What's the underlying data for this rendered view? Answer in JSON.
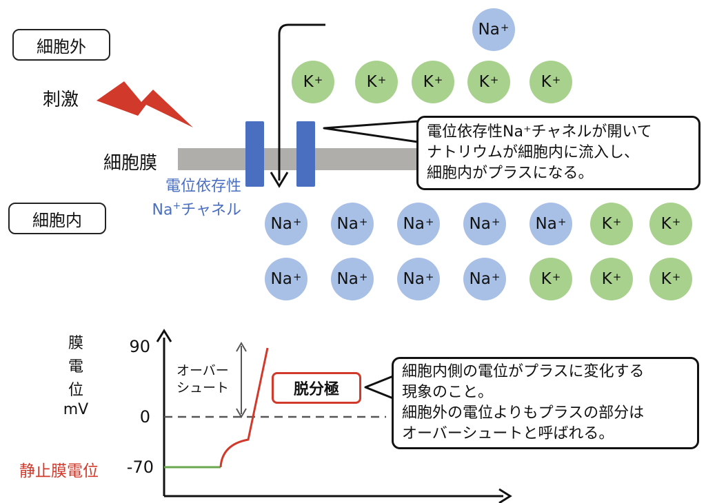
{
  "labels": {
    "outside": "細胞外",
    "inside": "細胞内",
    "stimulus": "刺激",
    "membrane": "細胞膜",
    "channel_line1": "電位依存性",
    "channel_line2": "Na",
    "channel_line2_sup": "+",
    "channel_line2_rest": "チャネル"
  },
  "ions": {
    "outside": [
      {
        "symbol": "Na",
        "charge": "+",
        "type": "na"
      },
      {
        "symbol": "K",
        "charge": "+",
        "type": "k"
      },
      {
        "symbol": "K",
        "charge": "+",
        "type": "k"
      },
      {
        "symbol": "K",
        "charge": "+",
        "type": "k"
      },
      {
        "symbol": "K",
        "charge": "+",
        "type": "k"
      },
      {
        "symbol": "K",
        "charge": "+",
        "type": "k"
      }
    ],
    "inside_row1": [
      {
        "symbol": "Na",
        "charge": "+",
        "type": "na"
      },
      {
        "symbol": "Na",
        "charge": "+",
        "type": "na"
      },
      {
        "symbol": "Na",
        "charge": "+",
        "type": "na"
      },
      {
        "symbol": "Na",
        "charge": "+",
        "type": "na"
      },
      {
        "symbol": "Na",
        "charge": "+",
        "type": "na"
      },
      {
        "symbol": "K",
        "charge": "+",
        "type": "k"
      },
      {
        "symbol": "K",
        "charge": "+",
        "type": "k"
      }
    ],
    "inside_row2": [
      {
        "symbol": "Na",
        "charge": "+",
        "type": "na"
      },
      {
        "symbol": "Na",
        "charge": "+",
        "type": "na"
      },
      {
        "symbol": "Na",
        "charge": "+",
        "type": "na"
      },
      {
        "symbol": "Na",
        "charge": "+",
        "type": "na"
      },
      {
        "symbol": "K",
        "charge": "+",
        "type": "k"
      },
      {
        "symbol": "K",
        "charge": "+",
        "type": "k"
      },
      {
        "symbol": "K",
        "charge": "+",
        "type": "k"
      }
    ]
  },
  "callout_top": {
    "line1": "電位依存性Na⁺チャネルが開いて",
    "line2": "ナトリウムが細胞内に流入し、",
    "line3": "細胞内がプラスになる。"
  },
  "graph": {
    "ylabel": [
      "膜",
      "電",
      "位"
    ],
    "unit": "mV",
    "ticks": {
      "top": "90",
      "zero": "0",
      "rest": "-70"
    },
    "rest_label": "静止膜電位",
    "overshoot_line1": "オーバー",
    "overshoot_line2": "シュート",
    "depolarization": "脱分極"
  },
  "callout_bottom": {
    "line1": "細胞内側の電位がプラスに変化する",
    "line2": "現象のこと。",
    "line3": "細胞外の電位よりもプラスの部分は",
    "line4": "オーバーシュートと呼ばれる。"
  },
  "colors": {
    "na": "#a8bfe6",
    "k": "#a9d18e",
    "channel": "#4a6fc1",
    "membrane": "#b0aeab",
    "red": "#d1392b",
    "green": "#6aa84f"
  }
}
